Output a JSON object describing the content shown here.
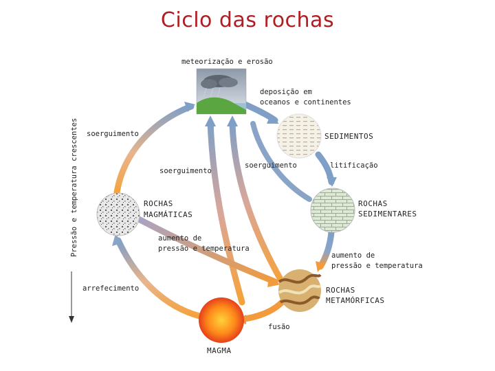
{
  "title": "Ciclo das rochas",
  "labels": {
    "weathering": "meteorização e erosão",
    "deposition_1": "deposição em",
    "deposition_2": "oceanos e continentes",
    "sediments": "SEDIMENTOS",
    "uplift_left": "soerguimento",
    "uplift_mid": "soerguimento",
    "uplift_center": "soerguimento",
    "lithification": "litificação",
    "igneous_1": "ROCHAS",
    "igneous_2": "MAGMÁTICAS",
    "sedimentary_1": "ROCHAS",
    "sedimentary_2": "SEDIMENTARES",
    "pressure_mid_1": "aumento de",
    "pressure_mid_2": "pressão e temperatura",
    "pressure_right_1": "aumento de",
    "pressure_right_2": "pressão e temperatura",
    "cooling": "arrefecimento",
    "metamorphic_1": "ROCHAS",
    "metamorphic_2": "METAMÓRFICAS",
    "melting": "fusão",
    "magma": "MAGMA",
    "axis": "Pressão e temperatura crescentes"
  },
  "colors": {
    "title": "#b01d22",
    "arrow_cool": "#7f9fc6",
    "arrow_warm": "#f29a3c"
  }
}
